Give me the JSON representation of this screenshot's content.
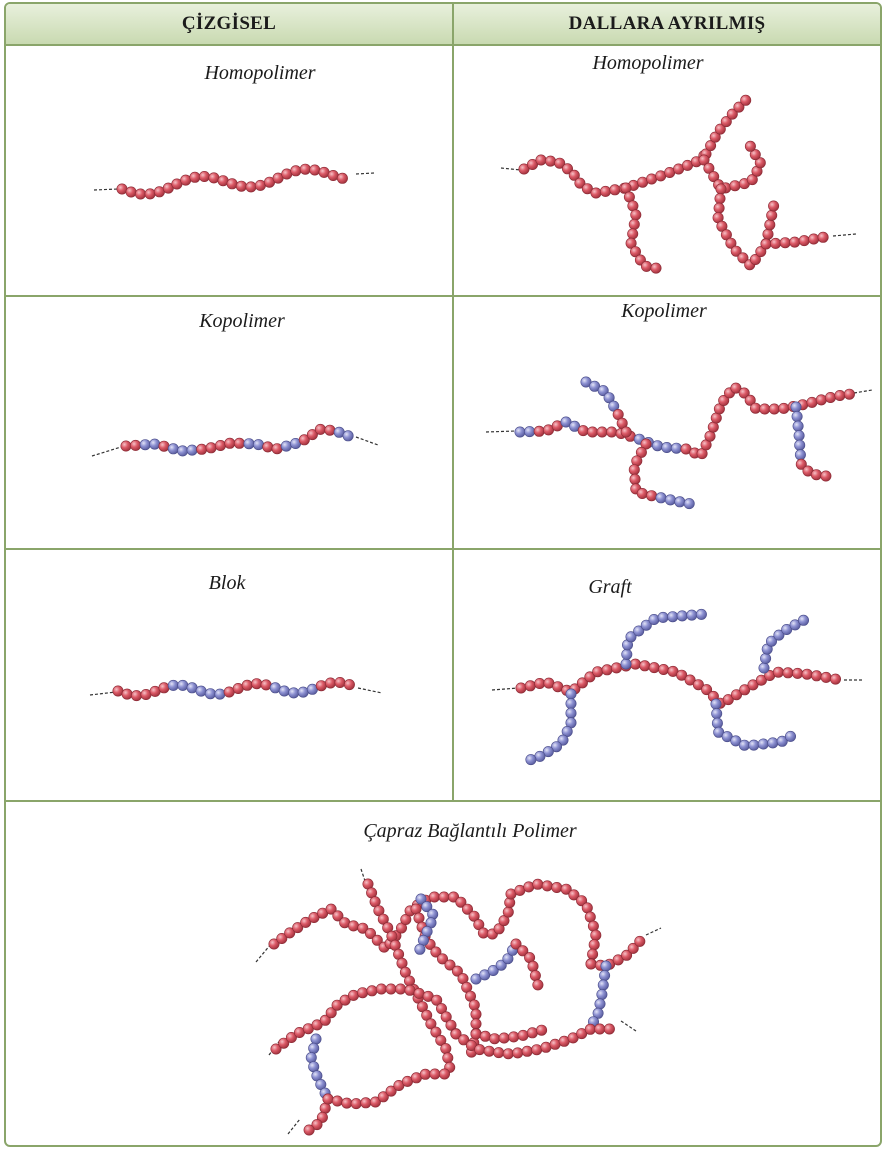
{
  "columns": {
    "linear": "ÇİZGİSEL",
    "branched": "DALLARA AYRILMIŞ"
  },
  "cells": {
    "linear_homopolymer": "Homopolimer",
    "branched_homopolymer": "Homopolimer",
    "linear_copolymer": "Kopolimer",
    "branched_copolymer": "Kopolimer",
    "linear_block": "Blok",
    "branched_graft": "Graft",
    "crosslinked": "Çapraz Bağlantılı Polimer"
  },
  "colors": {
    "border": "#8aa56a",
    "header_bg": "#d6e3c3",
    "red_monomer": "#d9505e",
    "blue_monomer": "#8b8fd0"
  }
}
